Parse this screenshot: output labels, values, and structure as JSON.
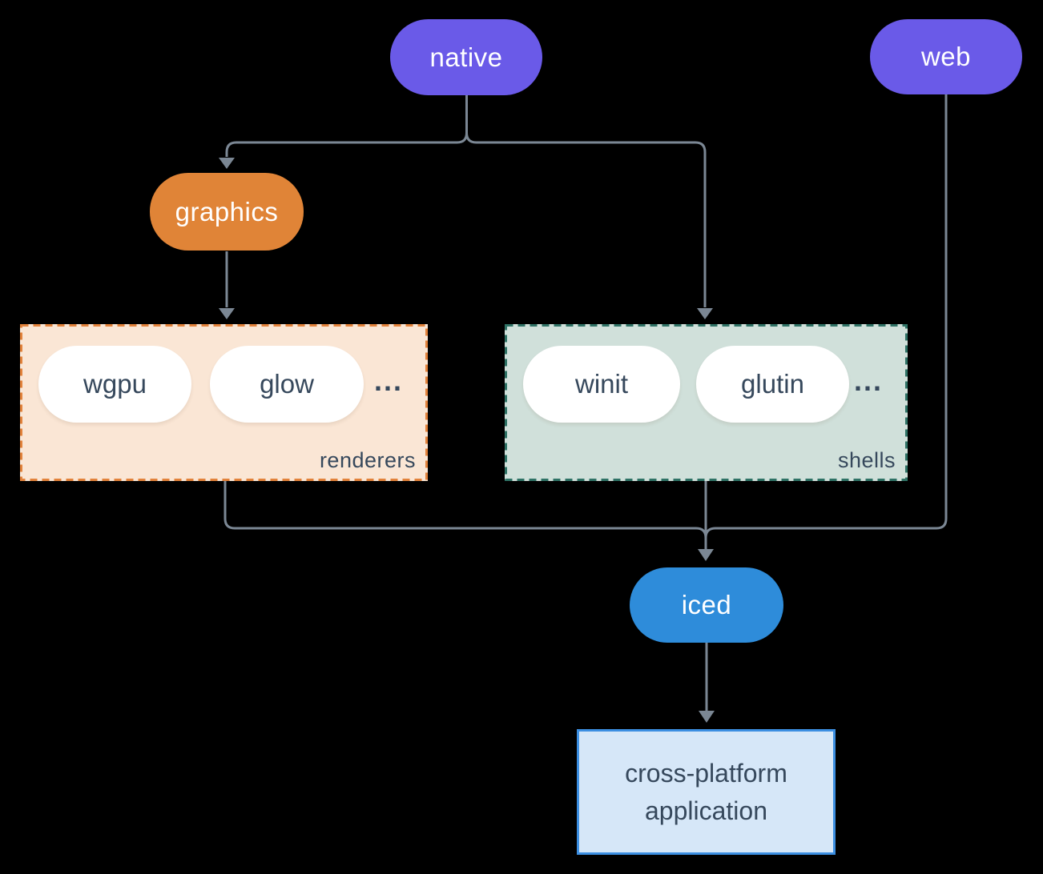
{
  "nodes": {
    "native": {
      "label": "native",
      "color": "#6A5AE8"
    },
    "web": {
      "label": "web",
      "color": "#6A5AE8"
    },
    "graphics": {
      "label": "graphics",
      "color": "#E08437"
    },
    "iced": {
      "label": "iced",
      "color": "#2E8CDA"
    },
    "application": {
      "label": "cross-platform application",
      "fill": "#D6E7F8",
      "border": "#3C8FE2"
    }
  },
  "groups": {
    "renderers": {
      "label": "renderers",
      "items": [
        "wgpu",
        "glow"
      ],
      "ellipsis": "...",
      "fill": "#FAE6D5",
      "border": "#E2823B"
    },
    "shells": {
      "label": "shells",
      "items": [
        "winit",
        "glutin"
      ],
      "ellipsis": "...",
      "fill": "#D0E0DA",
      "border": "#2F7265"
    }
  },
  "edges": [
    {
      "from": "native",
      "to": "graphics"
    },
    {
      "from": "native",
      "to": "shells"
    },
    {
      "from": "graphics",
      "to": "renderers"
    },
    {
      "from": "renderers",
      "to": "iced"
    },
    {
      "from": "shells",
      "to": "iced"
    },
    {
      "from": "web",
      "to": "iced"
    },
    {
      "from": "iced",
      "to": "application"
    }
  ],
  "colors": {
    "line": "#7B8794",
    "text_dark": "#36485C",
    "text_light": "#FFFFFF",
    "background": "#000000"
  }
}
